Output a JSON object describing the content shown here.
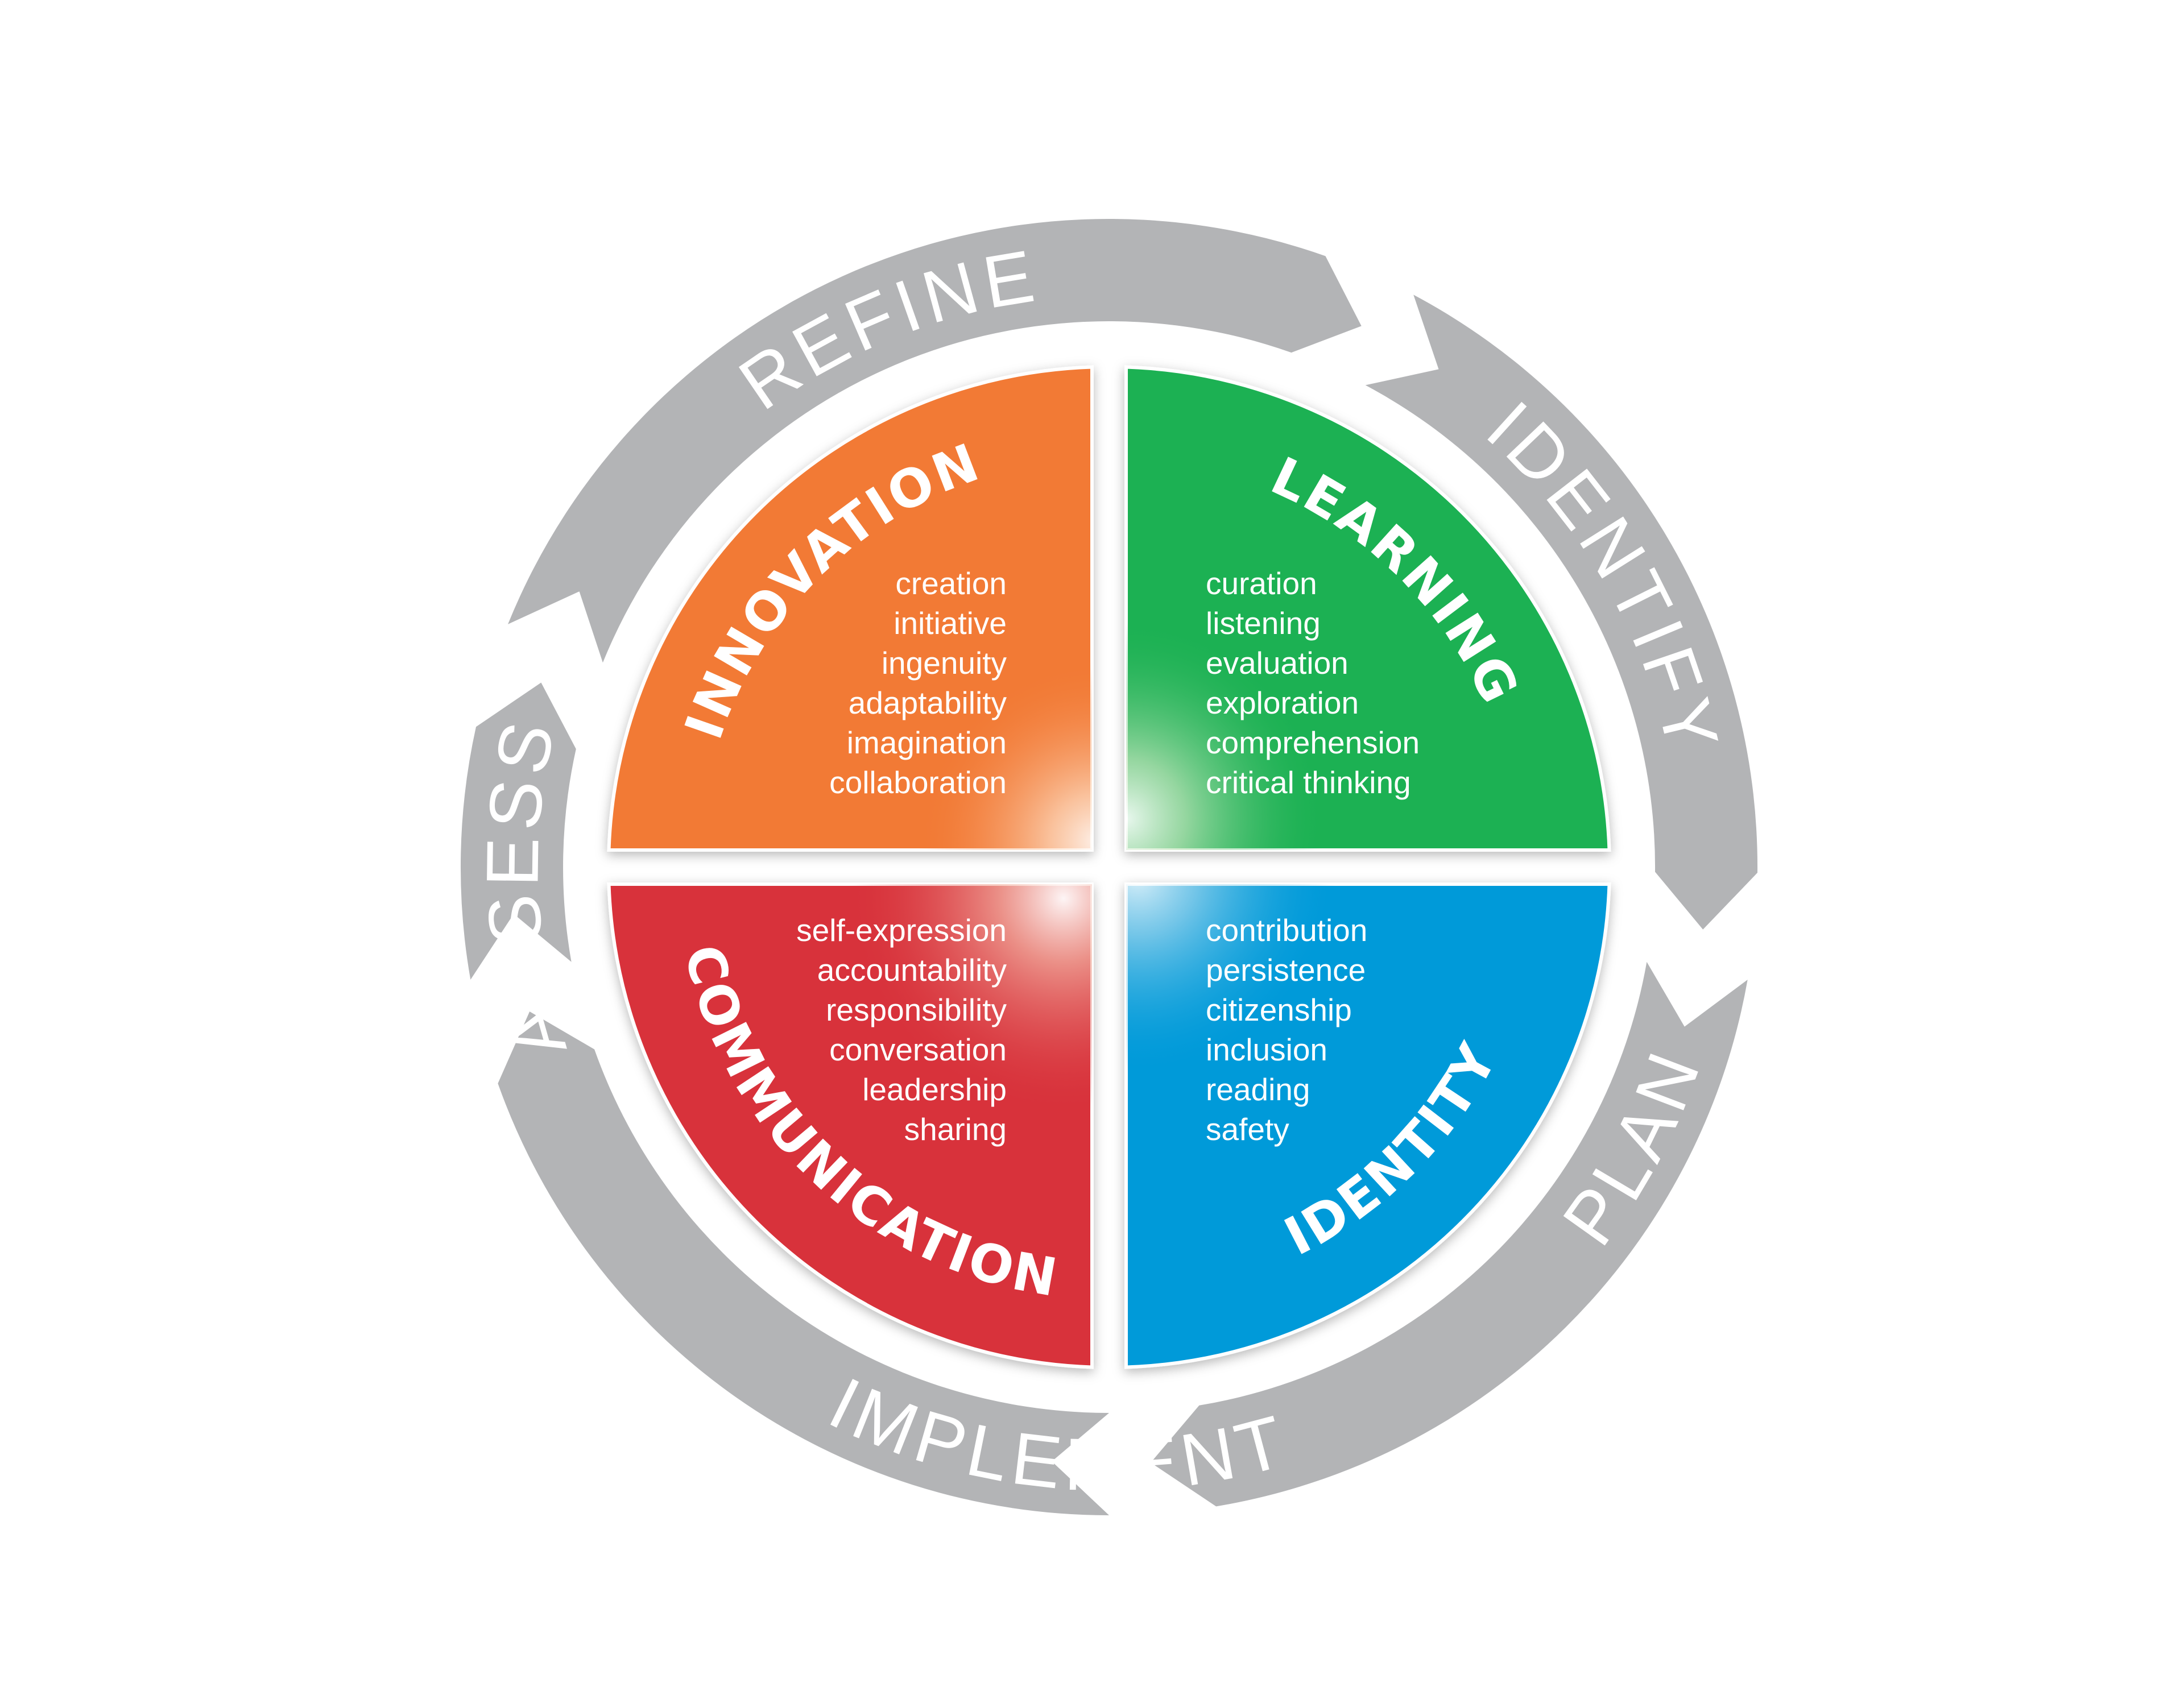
{
  "cycle": {
    "stages": [
      {
        "label": "REFINE"
      },
      {
        "label": "IDENTIFY"
      },
      {
        "label": "PLAN"
      },
      {
        "label": "IMPLEMENT"
      },
      {
        "label": "ASSESS"
      }
    ],
    "ring_color": "#b3b4b6"
  },
  "quadrants": [
    {
      "id": "innovation",
      "title": "INNOVATION",
      "color": "#f27a35",
      "items": [
        "creation",
        "initiative",
        "ingenuity",
        "adaptability",
        "imagination",
        "collaboration"
      ]
    },
    {
      "id": "learning",
      "title": "LEARNING",
      "color": "#1cb153",
      "items": [
        "curation",
        "listening",
        "evaluation",
        "exploration",
        "comprehension",
        "critical thinking"
      ]
    },
    {
      "id": "communication",
      "title": "COMMUNICATION",
      "color": "#d8323a",
      "items": [
        "self-expression",
        "accountability",
        "responsibility",
        "conversation",
        "leadership",
        "sharing"
      ]
    },
    {
      "id": "identity",
      "title": "IDENTITY",
      "color": "#019ad9",
      "items": [
        "contribution",
        "persistence",
        "citizenship",
        "inclusion",
        "reading",
        "safety"
      ]
    }
  ]
}
